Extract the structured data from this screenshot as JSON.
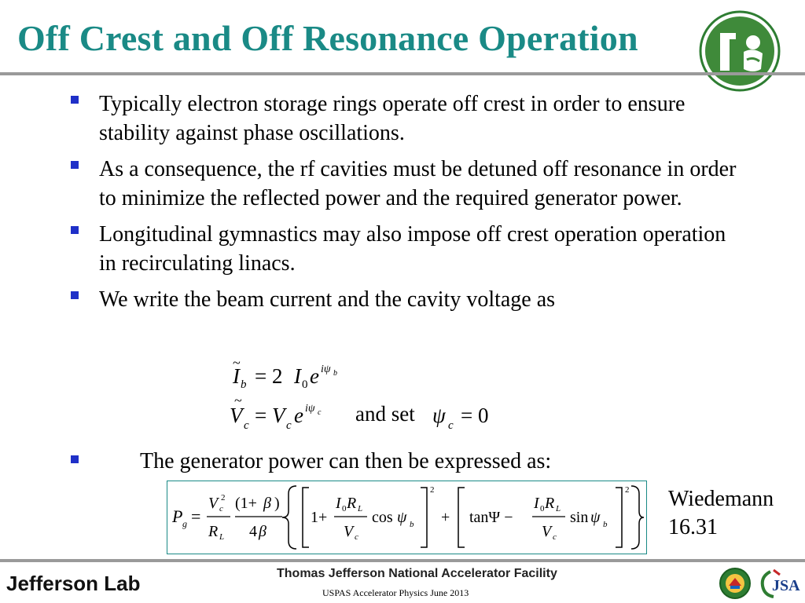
{
  "title": "Off Crest and Off Resonance Operation",
  "bullets": [
    {
      "text": "Typically electron storage rings operate off crest in order to ensure stability against phase oscillations."
    },
    {
      "text": "As a consequence, the rf cavities must be detuned off resonance in order to minimize the reflected power and the required generator power."
    },
    {
      "text": "Longitudinal gymnastics may also impose off crest operation operation in recirculating linacs."
    },
    {
      "text": "We write the beam current and the cavity voltage as"
    }
  ],
  "equations": {
    "eq1": "Ĩ_b = 2I_0 e^{iψ_b}",
    "eq2": "Ṽ_c = V_c e^{iψ_c}",
    "and_set": "and set",
    "eq3": "ψ_c = 0"
  },
  "last_bullet": "The generator power can then be expressed as:",
  "reference": {
    "line1": "Wiedemann",
    "line2": "16.31"
  },
  "footer": {
    "lab_name": "Jefferson Lab",
    "facility": "Thomas Jefferson National Accelerator Facility",
    "course": "USPAS Accelerator Physics  June 2013"
  },
  "colors": {
    "title": "#1a8a86",
    "bullet": "#1f30c8",
    "rule": "#9a9a9a",
    "logo_green": "#2e7d32"
  },
  "icons": {
    "top_logo": "jefferson-lab-seal-icon",
    "doe_logo": "doe-seal-icon",
    "jsa_logo": "jsa-logo-icon"
  }
}
